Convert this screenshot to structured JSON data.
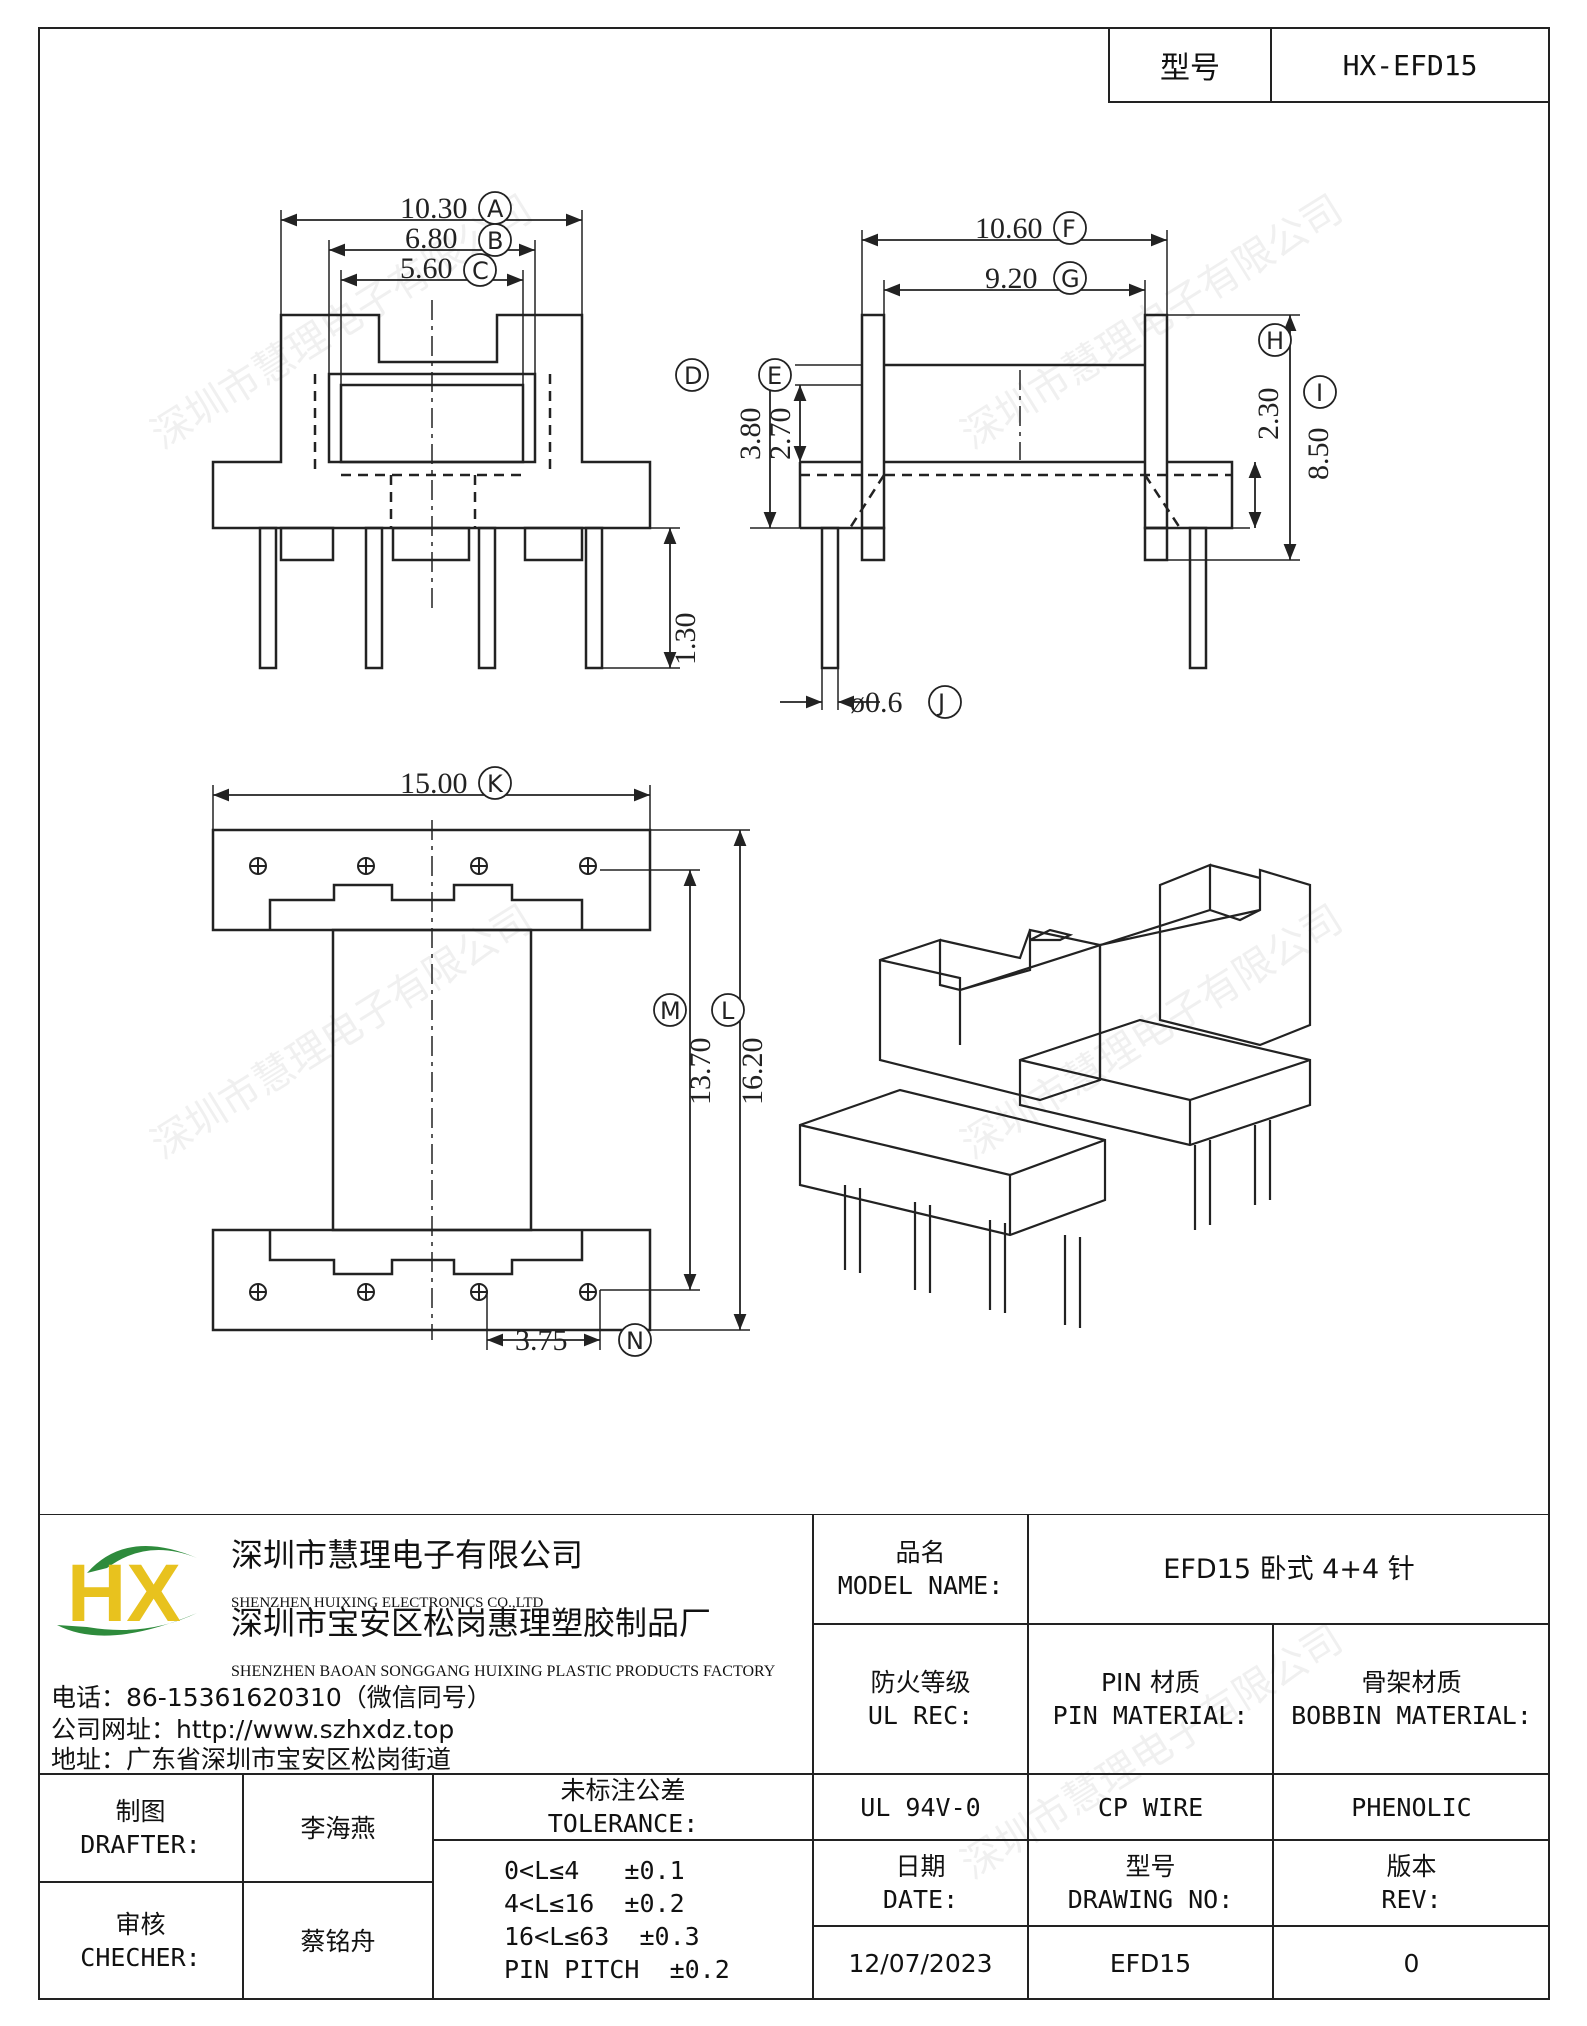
{
  "header": {
    "model_label": "型号",
    "model_value": "HX-EFD15"
  },
  "dims": {
    "A": "10.30",
    "B": "6.80",
    "C": "5.60",
    "D": "3.80",
    "E": "2.70",
    "F": "10.60",
    "G": "9.20",
    "H": "2.30",
    "I": "8.50",
    "pin_len": "1.30",
    "J": "ø0.6",
    "K": "15.00",
    "L": "16.20",
    "M": "13.70",
    "N": "3.75"
  },
  "letters": {
    "A": "A",
    "B": "B",
    "C": "C",
    "D": "D",
    "E": "E",
    "F": "F",
    "G": "G",
    "H": "H",
    "I": "I",
    "J": "J",
    "K": "K",
    "L": "L",
    "M": "M",
    "N": "N"
  },
  "company": {
    "logo_text": "HX",
    "name_cn": "深圳市慧理电子有限公司",
    "name_en": "SHENZHEN HUIXING ELECTRONICS CO.,LTD",
    "factory_cn": "深圳市宝安区松岗惠理塑胶制品厂",
    "factory_en": "SHENZHEN BAOAN SONGGANG HUIXING PLASTIC PRODUCTS FACTORY",
    "phone": "电话：86-15361620310（微信同号）",
    "web": "公司网址：http://www.szhxdz.top",
    "addr": "地址：广东省深圳市宝安区松岗街道"
  },
  "title_block": {
    "model_name_cn": "品名",
    "model_name_en": "MODEL NAME:",
    "model_name_value": "EFD15 卧式 4+4 针",
    "ul_cn": "防火等级",
    "ul_en": "UL REC:",
    "pin_cn": "PIN 材质",
    "pin_en": "PIN MATERIAL:",
    "bobbin_cn": "骨架材质",
    "bobbin_en": "BOBBIN MATERIAL:",
    "ul_value": "UL 94V-0",
    "pin_value": "CP WIRE",
    "bobbin_value": "PHENOLIC",
    "drafter_cn": "制图",
    "drafter_en": "DRAFTER:",
    "drafter_name": "李海燕",
    "checker_cn": "审核",
    "checker_en": "CHECHER:",
    "checker_name": "蔡铭舟",
    "tol_cn": "未标注公差",
    "tol_en": "TOLERANCE:",
    "tol_lines": [
      "0<L≤4   ±0.1",
      "4<L≤16  ±0.2",
      "16<L≤63  ±0.3",
      "PIN PITCH  ±0.2"
    ],
    "date_cn": "日期",
    "date_en": "DATE:",
    "dwg_cn": "型号",
    "dwg_en": "DRAWING NO:",
    "rev_cn": "版本",
    "rev_en": "REV:",
    "date_value": "12/07/2023",
    "dwg_value": "EFD15",
    "rev_value": "0"
  },
  "watermark": "深圳市慧理电子有限公司"
}
